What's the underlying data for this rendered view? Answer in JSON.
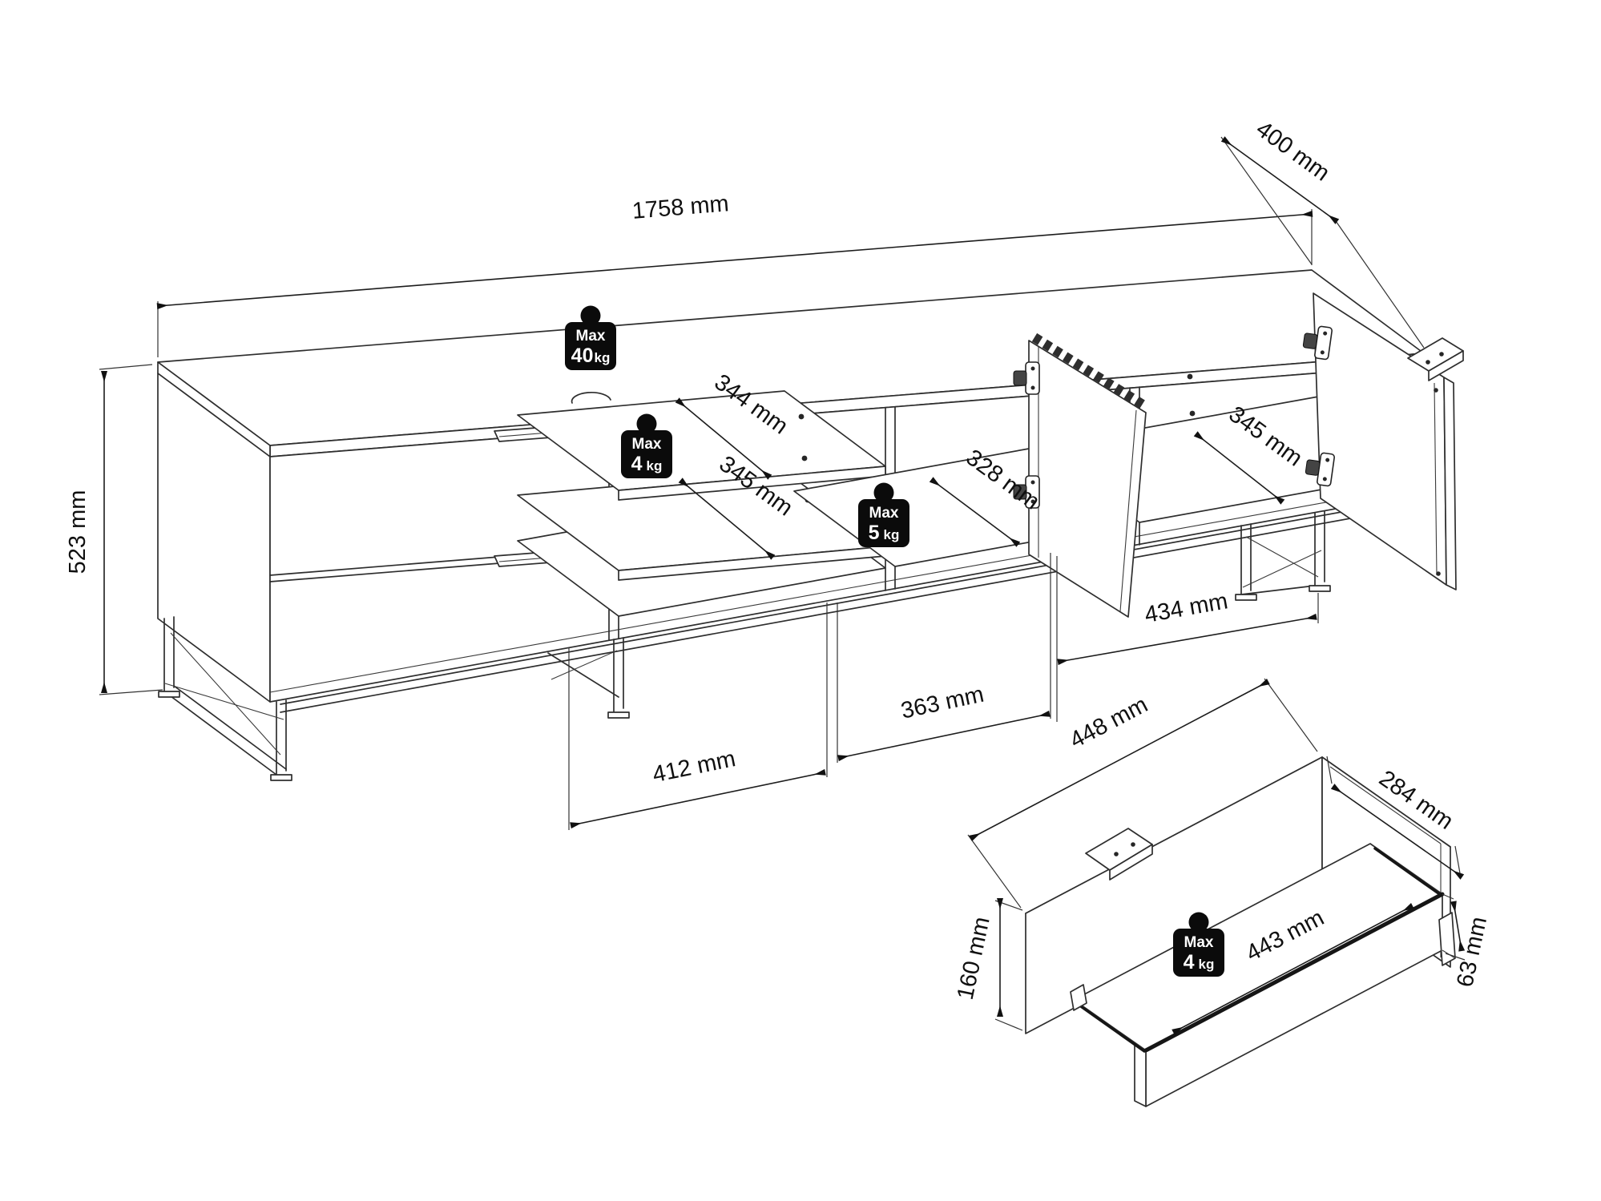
{
  "main_view": {
    "width": "1758 mm",
    "depth": "400 mm",
    "height": "523 mm",
    "upper_shelf_depth": "344 mm",
    "lower_shelf_depth": "345 mm",
    "middle_depth": "328 mm",
    "right_depth": "345 mm",
    "shelf_section_width": "412 mm",
    "middle_section_width": "363 mm",
    "right_section_width": "434 mm",
    "badge_top": {
      "label": "Max",
      "value": "40",
      "unit": "kg"
    },
    "badge_shelf": {
      "label": "Max",
      "value": "4",
      "unit": "kg"
    },
    "badge_middle": {
      "label": "Max",
      "value": "5",
      "unit": "kg"
    }
  },
  "drawer_view": {
    "width": "448 mm",
    "height": "160 mm",
    "depth": "284 mm",
    "inner_width": "443 mm",
    "front_height": "63 mm",
    "badge": {
      "label": "Max",
      "value": "4",
      "unit": "kg"
    }
  }
}
